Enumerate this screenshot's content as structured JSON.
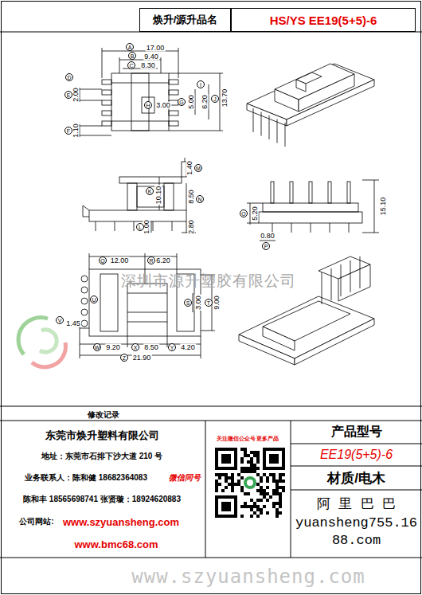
{
  "diagram": {
    "nodes": [
      {
        "text": [
          "焕升/源升品名"
        ]
      },
      {
        "text": [
          "HS/YS EE19(5+5)-6"
        ]
      },
      {
        "text": [
          "修改记录"
        ]
      },
      {
        "text": [
          "产品型号"
        ]
      },
      {
        "text": [
          "EE19(5+5)-6"
        ]
      },
      {
        "text": [
          "材质/电木"
        ]
      },
      {
        "text": [
          "阿 里 巴 巴",
          "yuansheng755.1688.com"
        ]
      }
    ],
    "labels": [
      "17.00",
      "9.40",
      "8.30",
      "2.00",
      "1.10",
      "3.00",
      "5.00",
      "6.20",
      "13.70",
      "1.40",
      "10.10",
      "8.50",
      "1.00",
      "2.80",
      "15.10",
      "5.20",
      "0.80",
      "12.00",
      "6.20",
      "3.00",
      "9.00",
      "1.45",
      "9.20",
      "8.50",
      "4.20",
      "21.90",
      "A",
      "B",
      "C",
      "D",
      "E",
      "F",
      "G",
      "H",
      "I",
      "J",
      "K",
      "L",
      "M",
      "N",
      "O",
      "P",
      "Q",
      "R",
      "S",
      "T",
      "U",
      "V",
      "W",
      "X",
      "Y",
      "Z",
      "深圳市源升塑胶有限公司",
      "东莞市焕升塑料有限公司",
      "地址：东莞市石排下沙大道 210 号",
      "业务联系人：陈和健 18682364083",
      "微信同号",
      "陈和丰 18565698741 张贤璇：18924620883",
      "公司网站:",
      "www.szyuansheng.com",
      "www.bmc68.com",
      "关注微信公众号 更多产品",
      "www.szyuansheng.com"
    ]
  }
}
